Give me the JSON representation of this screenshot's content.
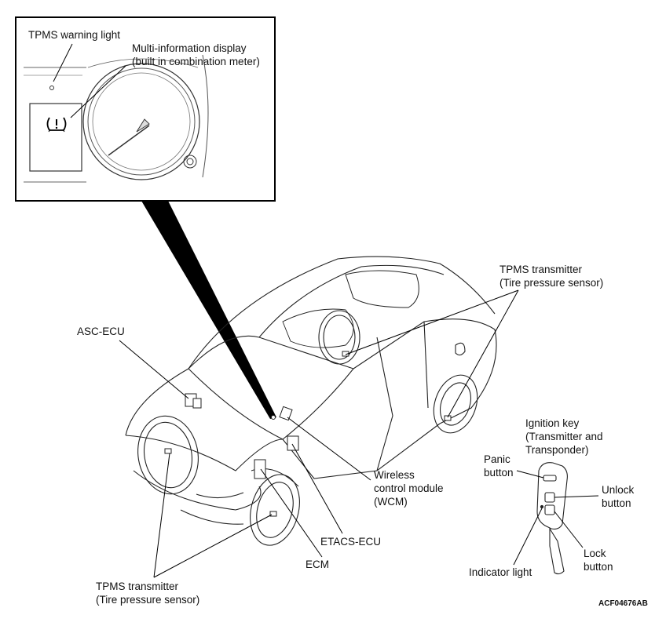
{
  "inset": {
    "tpms_warning_light": "TPMS warning light",
    "mid_line1": "Multi-information display",
    "mid_line2": "(built in combination meter)"
  },
  "labels": {
    "tpms_rear_line1": "TPMS transmitter",
    "tpms_rear_line2": "(Tire pressure sensor)",
    "asc_ecu": "ASC-ECU",
    "wcm_line1": "Wireless",
    "wcm_line2": "control module",
    "wcm_line3": "(WCM)",
    "etacs_ecu": "ETACS-ECU",
    "ecm": "ECM",
    "tpms_front_line1": "TPMS transmitter",
    "tpms_front_line2": "(Tire pressure sensor)"
  },
  "key": {
    "title_line1": "Ignition key",
    "title_line2": "(Transmitter and",
    "title_line3": "Transponder)",
    "panic_line1": "Panic",
    "panic_line2": "button",
    "unlock_line1": "Unlock",
    "unlock_line2": "button",
    "lock_line1": "Lock",
    "lock_line2": "button",
    "indicator": "Indicator light"
  },
  "figure_code": "ACF04676AB",
  "icons": [
    "tpms-warning-icon",
    "speedometer-icon",
    "car-outline",
    "ignition-key-icon"
  ]
}
